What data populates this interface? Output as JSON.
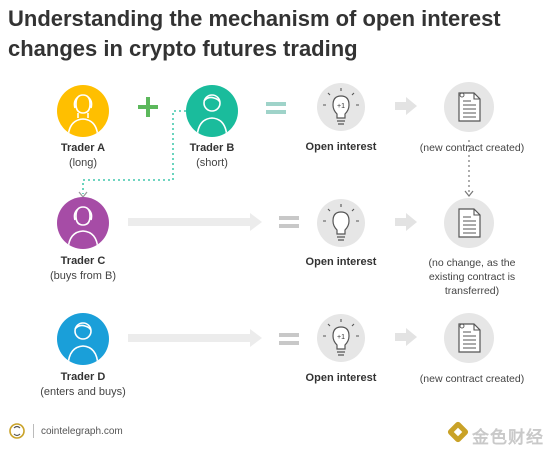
{
  "title": "Understanding the mechanism of open interest changes in crypto futures trading",
  "colors": {
    "trader_a": "#ffbf00",
    "trader_b": "#1abc9c",
    "trader_c": "#a64ca6",
    "trader_d": "#1a9fd9",
    "neutral_circle": "#e6e6e6",
    "plus": "#5cb85c",
    "equals": "#b0d4cf"
  },
  "traders": {
    "a": {
      "name": "Trader A",
      "role": "(long)"
    },
    "b": {
      "name": "Trader B",
      "role": "(short)"
    },
    "c": {
      "name": "Trader C",
      "role": "(buys from B)"
    },
    "d": {
      "name": "Trader D",
      "role": "(enters and buys)"
    }
  },
  "rows": [
    {
      "oi_label": "Open interest",
      "oi_badge": "+1",
      "result": "(new contract created)"
    },
    {
      "oi_label": "Open interest",
      "oi_badge": "",
      "result_lines": [
        "(no change, as the",
        "existing contract is",
        "transferred)"
      ]
    },
    {
      "oi_label": "Open interest",
      "oi_badge": "+1",
      "result": "(new contract created)"
    }
  ],
  "footer": {
    "brand": "cointelegraph.com",
    "watermark": "金色财经"
  },
  "icons": [
    "person-icon",
    "plus-icon",
    "equals-icon",
    "lightbulb-icon",
    "arrow-right-icon",
    "document-icon",
    "logo-icon"
  ]
}
